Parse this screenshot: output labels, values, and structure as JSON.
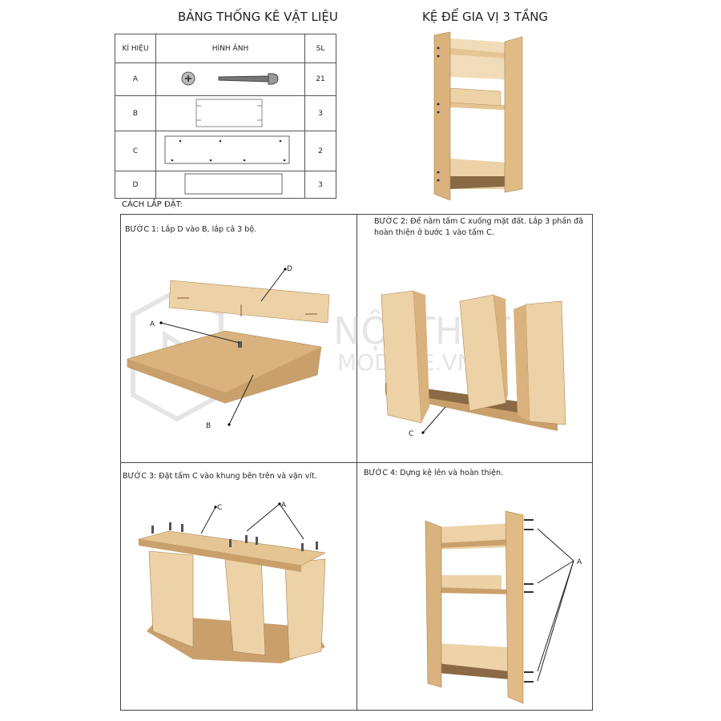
{
  "bom": {
    "title": "BẢNG THỐNG KÊ VẬT LIỆU",
    "headers": [
      "KÍ HIỆU",
      "HÌNH ẢNH",
      "SL"
    ],
    "rows": [
      {
        "code": "A",
        "qty": "21"
      },
      {
        "code": "B",
        "qty": "3"
      },
      {
        "code": "C",
        "qty": "2"
      },
      {
        "code": "D",
        "qty": "3"
      }
    ]
  },
  "product": {
    "title": "KỆ ĐỂ GIA VỊ 3 TẦNG"
  },
  "instructions": {
    "heading": "CÁCH LẮP ĐẶT:",
    "steps": [
      {
        "text": "BƯỚC 1: Lắp D vào B, lắp cả 3 bộ.",
        "labels": [
          "D",
          "A",
          "B"
        ]
      },
      {
        "text": "BƯỚC 2: Để nằm tấm C xuống mặt đất. Lắp 3 phần đã hoàn thiện ở bước 1 vào tấm C.",
        "labels": [
          "C"
        ]
      },
      {
        "text": "BƯỚC 3: Đặt tấm C vào khung bên trên và vặn vít.",
        "labels": [
          "C",
          "A"
        ]
      },
      {
        "text": "BƯỚC 4: Dựng kệ lên và hoàn thiện.",
        "labels": [
          "A"
        ]
      }
    ]
  },
  "watermark": {
    "line1": "NỘI THẤT",
    "line2": "MODULE.VN"
  },
  "colors": {
    "wood_light": "#ecd2a6",
    "wood_mid": "#d9b27e",
    "wood_dark": "#a88252"
  }
}
